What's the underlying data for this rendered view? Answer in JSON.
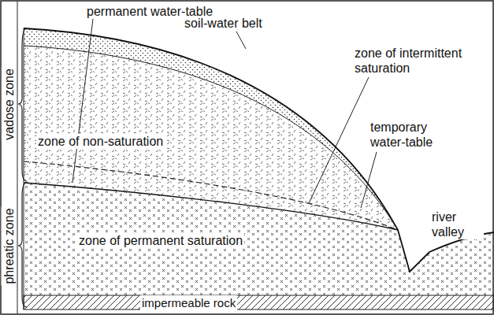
{
  "diagram": {
    "nodes": [
      {
        "text": [
          "zone of non-saturation"
        ]
      },
      {
        "text": [
          "zone of permanent saturation"
        ]
      },
      {
        "text": [
          "impermeable rock"
        ]
      }
    ],
    "labels": [
      "permanent water-table",
      "soil-water belt",
      "zone of intermittent saturation",
      "temporary water-table",
      "river valley",
      "vadose zone",
      "phreatic zone"
    ]
  }
}
